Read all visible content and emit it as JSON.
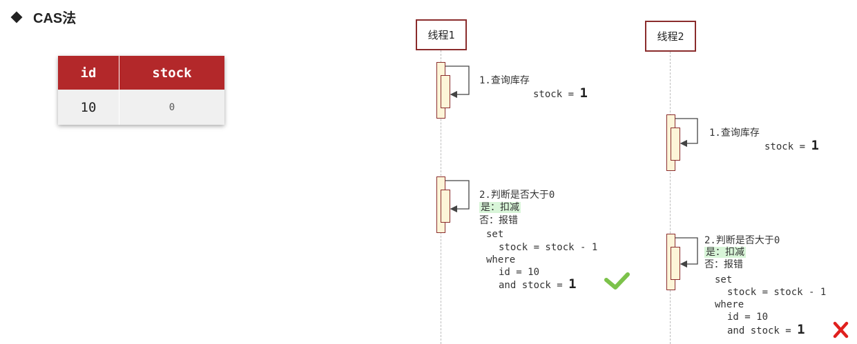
{
  "title": "CAS法",
  "table": {
    "headers": [
      "id",
      "stock"
    ],
    "row": {
      "id": "10",
      "stock": "0"
    }
  },
  "threads": {
    "t1": {
      "label": "线程1",
      "step1": {
        "line1": "1.查询库存",
        "line2": "stock = ",
        "value": "1"
      },
      "step2": {
        "line1": "2.判断是否大于0",
        "yes": "是：扣减",
        "no": "否：报错",
        "sql_set": "set",
        "sql_assign": "stock = stock - 1",
        "sql_where": "where",
        "sql_id": "id = 10",
        "sql_and": "and stock = ",
        "sql_value": "1"
      },
      "result": "success",
      "result_icon": "check-icon",
      "result_color": "#7cc24a"
    },
    "t2": {
      "label": "线程2",
      "step1": {
        "line1": "1.查询库存",
        "line2": "stock = ",
        "value": "1"
      },
      "step2": {
        "line1": "2.判断是否大于0",
        "yes": "是：扣减",
        "no": "否：报错",
        "sql_set": "set",
        "sql_assign": "stock = stock - 1",
        "sql_where": "where",
        "sql_id": "id = 10",
        "sql_and": "and stock = ",
        "sql_value": "1"
      },
      "result": "fail",
      "result_icon": "cross-icon",
      "result_color": "#e0201e"
    }
  },
  "colors": {
    "accent": "#b3282a",
    "border": "#8a2b2b",
    "activation_fill": "#fdf5d8",
    "highlight": "#d8f5d8"
  }
}
